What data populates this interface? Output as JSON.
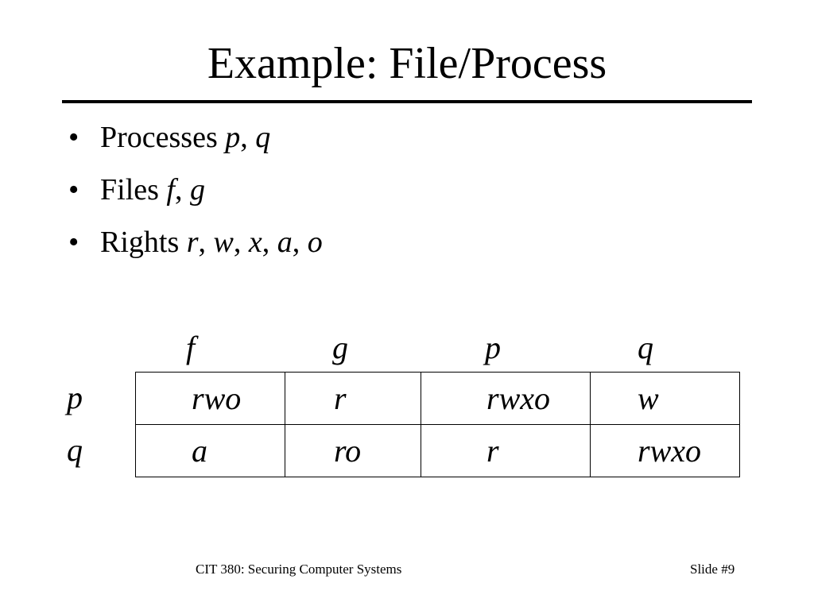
{
  "title": "Example: File/Process",
  "bullets": [
    {
      "prefix": "Processes ",
      "vars": [
        "p",
        "q"
      ]
    },
    {
      "prefix": "Files ",
      "vars": [
        "f",
        "g"
      ]
    },
    {
      "prefix": "Rights ",
      "vars": [
        "r",
        "w",
        "x",
        "a",
        "o"
      ]
    }
  ],
  "matrix": {
    "columns": [
      "f",
      "g",
      "p",
      "q"
    ],
    "rows": [
      {
        "label": "p",
        "cells": [
          "rwo",
          "r",
          "rwxo",
          "w"
        ]
      },
      {
        "label": "q",
        "cells": [
          "a",
          "ro",
          "r",
          "rwxo"
        ]
      }
    ]
  },
  "footer": {
    "course": "CIT 380: Securing Computer Systems",
    "slide": "Slide #9"
  }
}
